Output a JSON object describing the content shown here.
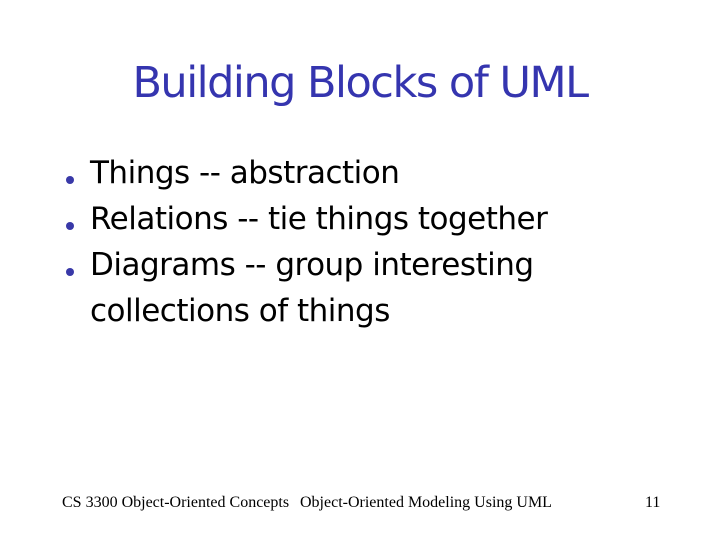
{
  "slide": {
    "title": "Building Blocks of UML",
    "bullets": [
      {
        "lines": [
          "Things -- abstraction"
        ]
      },
      {
        "lines": [
          "Relations -- tie things together"
        ]
      },
      {
        "lines": [
          "Diagrams -- group interesting",
          "collections of things"
        ]
      }
    ],
    "footer": {
      "left": "CS 3300 Object-Oriented Concepts",
      "center": "Object-Oriented Modeling Using UML",
      "page_number": "11"
    },
    "colors": {
      "title_blue": "#3535AF",
      "bullet_dot_blue": "#3939A8",
      "body_text": "#000000",
      "footer_text": "#000000",
      "background": "#FFFFFF"
    }
  }
}
